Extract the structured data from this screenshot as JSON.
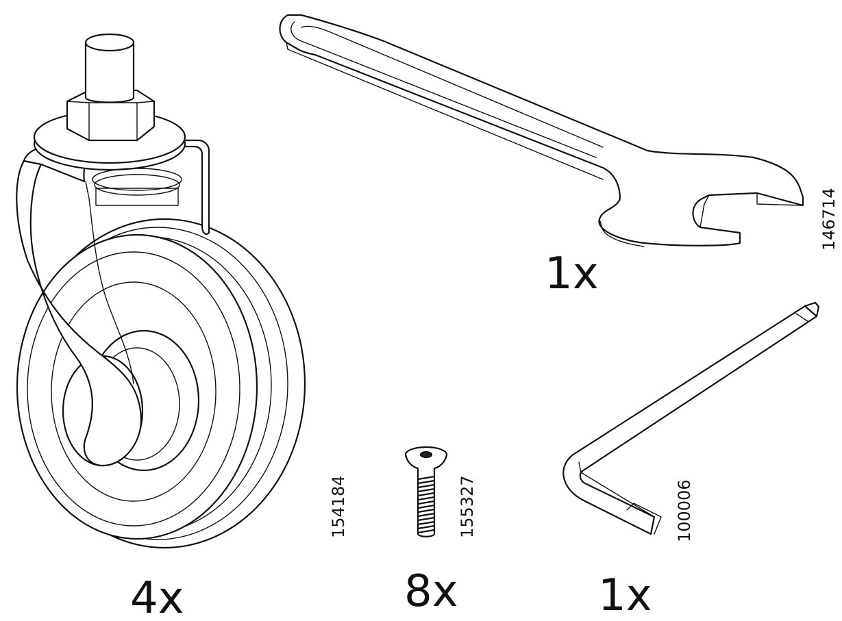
{
  "parts": [
    {
      "name": "caster-wheel",
      "quantity": "4x",
      "article_number": "154184"
    },
    {
      "name": "screw",
      "quantity": "8x",
      "article_number": "155327"
    },
    {
      "name": "open-end-wrench",
      "quantity": "1x",
      "article_number": "146714"
    },
    {
      "name": "allen-key",
      "quantity": "1x",
      "article_number": "100006"
    }
  ],
  "colors": {
    "line": "#111111",
    "background": "#ffffff"
  },
  "icons": [
    "caster-wheel-icon",
    "screw-icon",
    "wrench-icon",
    "allen-key-icon"
  ]
}
